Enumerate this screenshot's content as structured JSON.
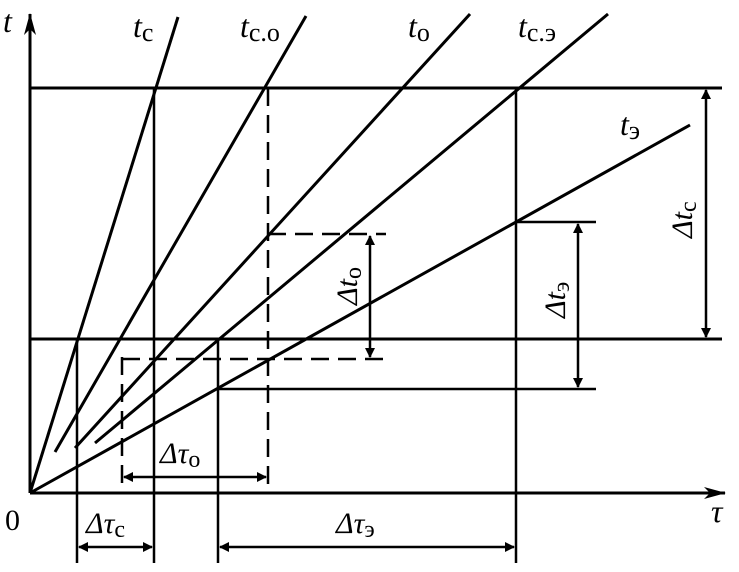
{
  "axes": {
    "y_label": "t",
    "x_label": "τ",
    "origin_label": "0"
  },
  "lines": [
    {
      "label_base": "t",
      "label_sub": "с"
    },
    {
      "label_base": "t",
      "label_sub": "с.о"
    },
    {
      "label_base": "t",
      "label_sub": "о"
    },
    {
      "label_base": "t",
      "label_sub": "с.э"
    },
    {
      "label_base": "t",
      "label_sub": "э"
    }
  ],
  "intervals": {
    "dt_c": {
      "base": "Δt",
      "sub": "с"
    },
    "dt_o": {
      "base": "Δt",
      "sub": "о"
    },
    "dt_e": {
      "base": "Δt",
      "sub": "э"
    },
    "dtau_c": {
      "base": "Δτ",
      "sub": "с"
    },
    "dtau_o": {
      "base": "Δτ",
      "sub": "о"
    },
    "dtau_e": {
      "base": "Δτ",
      "sub": "э"
    }
  }
}
